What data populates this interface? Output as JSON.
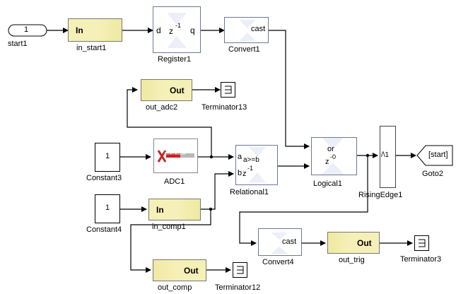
{
  "blocks": {
    "start1_port": "1",
    "start1_cap": "start1",
    "in_start1_text": "In",
    "in_start1_cap": "in_start1",
    "register_d": "d",
    "register_z": "z",
    "register_exp": "-1",
    "register_q": "q",
    "register_cap": "Register1",
    "convert1_text": "cast",
    "convert1_cap": "Convert1",
    "out_adc2_text": "Out",
    "out_adc2_cap": "out_adc2",
    "term13_cap": "Terminator13",
    "const3_val": "1",
    "const3_cap": "Constant3",
    "adc1_logo": "XtremeDSP",
    "adc1_cap": "ADC1",
    "rel_a": "a",
    "rel_expr": "a>=b",
    "rel_b": "b",
    "rel_z": "z",
    "rel_exp": "-1",
    "rel_cap": "Relational1",
    "logical_op": "or",
    "logical_z": "z",
    "logical_exp": "-0",
    "logical_cap": "Logical1",
    "rising_text": "/\\1",
    "rising_cap": "RisingEdge1",
    "goto_text": "[start]",
    "goto_cap": "Goto2",
    "const4_val": "1",
    "const4_cap": "Constant4",
    "in_comp1_text": "In",
    "in_comp1_cap": "in_comp1",
    "convert4_text": "cast",
    "convert4_cap": "Convert4",
    "out_trig_text": "Out",
    "out_trig_cap": "out_trig",
    "term3_cap": "Terminator3",
    "out_comp_text": "Out",
    "out_comp_cap": "out_comp",
    "term12_cap": "Terminator12"
  },
  "colors": {
    "gateway_fill": "#f5f0b8",
    "xilinx_fill": "#c9d4ec",
    "xilinx_mark": "#e8e8ea",
    "adc_logo_red": "#cc2222",
    "wire": "#000000"
  },
  "icons": [
    "terminator-icon",
    "xilinx-logo-icon",
    "xtremedsp-logo-icon"
  ]
}
